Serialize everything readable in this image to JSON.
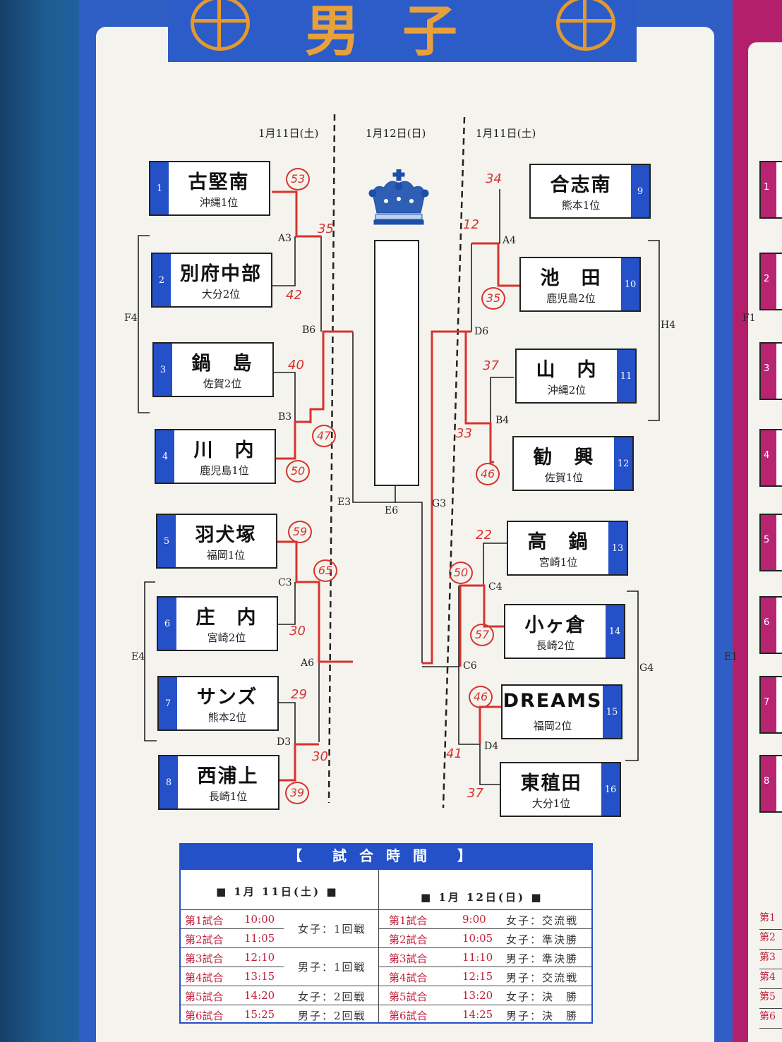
{
  "header": {
    "title": "男子"
  },
  "dates": {
    "left": "1月11日(土)",
    "center": "1月12日(日)",
    "right": "1月11日(土)"
  },
  "left_teams": [
    {
      "num": "1",
      "name": "古堅南",
      "pref": "沖縄1位"
    },
    {
      "num": "2",
      "name": "別府中部",
      "pref": "大分2位"
    },
    {
      "num": "3",
      "name": "鍋　島",
      "pref": "佐賀2位"
    },
    {
      "num": "4",
      "name": "川　内",
      "pref": "鹿児島1位"
    },
    {
      "num": "5",
      "name": "羽犬塚",
      "pref": "福岡1位"
    },
    {
      "num": "6",
      "name": "庄　内",
      "pref": "宮崎2位"
    },
    {
      "num": "7",
      "name": "サンズ",
      "pref": "熊本2位"
    },
    {
      "num": "8",
      "name": "西浦上",
      "pref": "長崎1位"
    }
  ],
  "right_teams": [
    {
      "num": "9",
      "name": "合志南",
      "pref": "熊本1位"
    },
    {
      "num": "10",
      "name": "池　田",
      "pref": "鹿児島2位"
    },
    {
      "num": "11",
      "name": "山　内",
      "pref": "沖縄2位"
    },
    {
      "num": "12",
      "name": "勧　興",
      "pref": "佐賀1位"
    },
    {
      "num": "13",
      "name": "高　鍋",
      "pref": "宮崎1位"
    },
    {
      "num": "14",
      "name": "小ヶ倉",
      "pref": "長崎2位"
    },
    {
      "num": "15",
      "name": "DREAMS",
      "pref": "福岡2位"
    },
    {
      "num": "16",
      "name": "東稙田",
      "pref": "大分1位"
    }
  ],
  "match_labels": {
    "A3": "A3",
    "B3": "B3",
    "C3": "C3",
    "D3": "D3",
    "B6": "B6",
    "A6": "A6",
    "E3": "E3",
    "E6": "E6",
    "G3": "G3",
    "A4": "A4",
    "B4": "B4",
    "C4": "C4",
    "D4": "D4",
    "D6": "D6",
    "C6": "C6"
  },
  "groups": {
    "F4": "F4",
    "E4": "E4",
    "H4": "H4",
    "G4": "G4"
  },
  "scores": {
    "s1": "53",
    "s2": "42",
    "s3": "35",
    "s4": "40",
    "s5": "50",
    "s6": "47",
    "s7": "59",
    "s8": "30",
    "s9": "65",
    "s10": "29",
    "s11": "39",
    "s12": "30",
    "s13": "34",
    "s14": "35",
    "s15": "12",
    "s16": "37",
    "s17": "46",
    "s18": "33",
    "s19": "22",
    "s20": "57",
    "s21": "50",
    "s22": "46",
    "s23": "37",
    "s24": "41"
  },
  "schedule": {
    "title": "【 試合時間 】",
    "day1": {
      "title": "■ 1月 11日(土) ■",
      "rows": [
        {
          "game": "第1試合",
          "time": "10:00"
        },
        {
          "game": "第2試合",
          "time": "11:05"
        },
        {
          "game": "第3試合",
          "time": "12:10"
        },
        {
          "game": "第4試合",
          "time": "13:15"
        },
        {
          "game": "第5試合",
          "time": "14:20"
        },
        {
          "game": "第6試合",
          "time": "15:25"
        }
      ],
      "events": [
        "女子：1回戦",
        "男子：1回戦",
        "女子：2回戦",
        "男子：2回戦"
      ]
    },
    "day2": {
      "title": "■ 1月 12日(日) ■",
      "rows": [
        {
          "game": "第1試合",
          "time": "9:00",
          "event": "女子：交流戦"
        },
        {
          "game": "第2試合",
          "time": "10:05",
          "event": "女子：準決勝"
        },
        {
          "game": "第3試合",
          "time": "11:10",
          "event": "男子：準決勝"
        },
        {
          "game": "第4試合",
          "time": "12:15",
          "event": "男子：交流戦"
        },
        {
          "game": "第5試合",
          "time": "13:20",
          "event": "女子：決　勝"
        },
        {
          "game": "第6試合",
          "time": "14:25",
          "event": "男子：決　勝"
        }
      ]
    }
  },
  "neighbor_poster": {
    "nums": [
      "1",
      "2",
      "3",
      "4",
      "5",
      "6",
      "7",
      "8"
    ],
    "groups": [
      "F1",
      "E1"
    ],
    "games": [
      "第1",
      "第2",
      "第3",
      "第4",
      "第5",
      "第6"
    ]
  },
  "colors": {
    "poster_blue": "#2450c8",
    "header_orange": "#e7a03b",
    "score_red": "#d8332e",
    "women_pink": "#b41f6c"
  }
}
